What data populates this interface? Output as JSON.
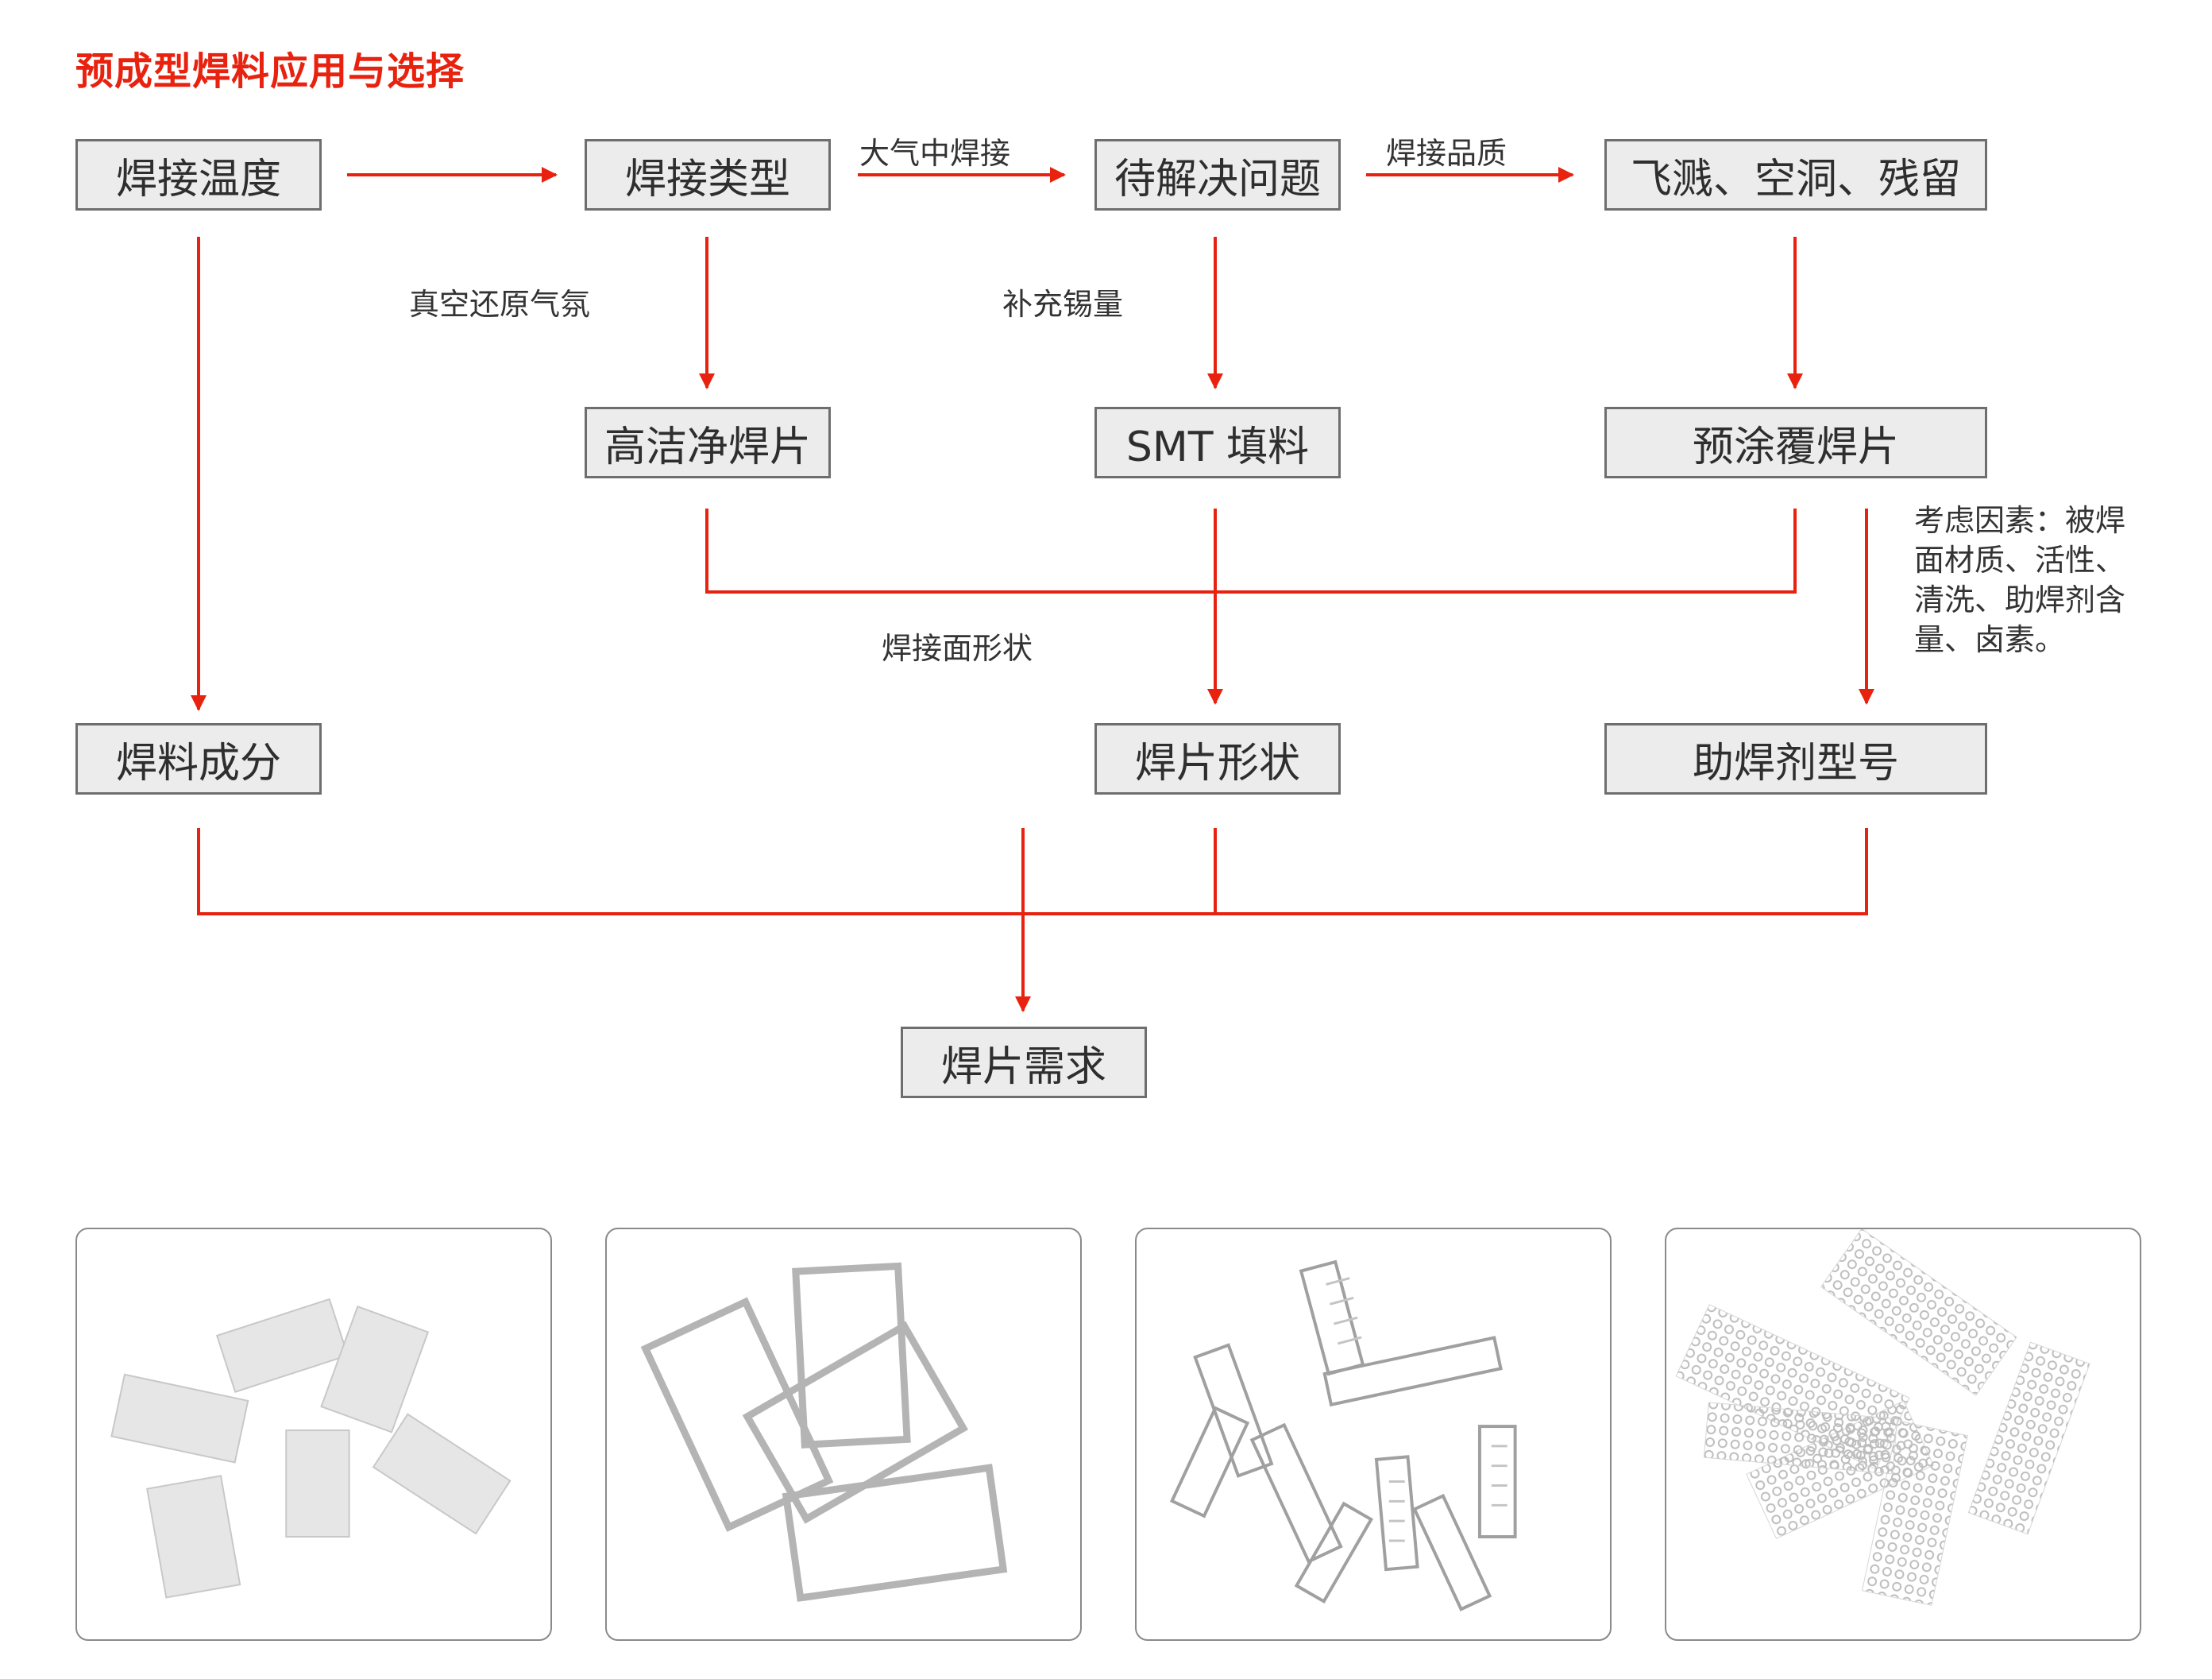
{
  "title": "预成型焊料应用与选择",
  "nodes": {
    "weld_temp": "焊接温度",
    "weld_type": "焊接类型",
    "problem": "待解决问题",
    "defects": "飞溅、空洞、残留",
    "high_clean": "高洁净焊片",
    "smt_fill": "SMT 填料",
    "precoat": "预涂覆焊片",
    "composition": "焊料成分",
    "shape": "焊片形状",
    "flux_model": "助焊剂型号",
    "demand": "焊片需求"
  },
  "labels": {
    "atmosphere": "大气中焊接",
    "quality": "焊接品质",
    "vacuum": "真空还原气氛",
    "add_tin": "补充锡量",
    "surface_shape": "焊接面形状",
    "factors": "考虑因素：被焊面材质、活性、清洗、助焊剂含量、卤素。"
  },
  "colors": {
    "accent": "#e8220f",
    "node_fill": "#ececec",
    "node_border": "#6e6e6e"
  }
}
